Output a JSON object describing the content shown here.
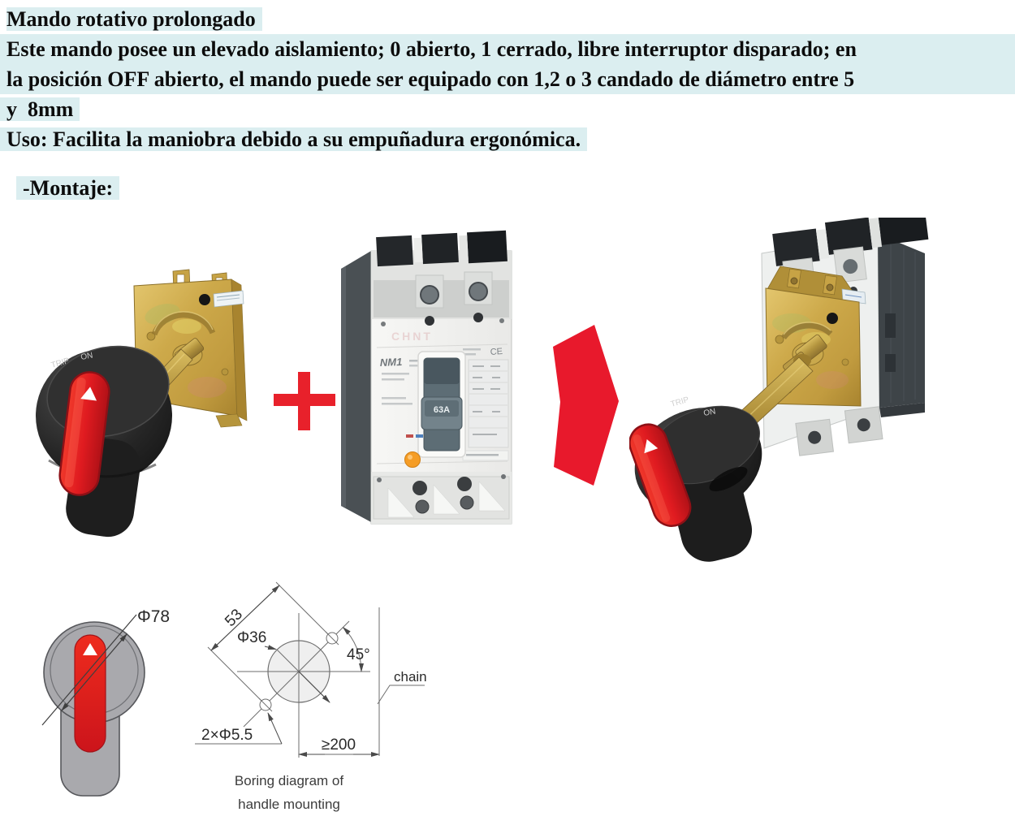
{
  "page": {
    "background": "#ffffff",
    "highlight_color": "#dbeef0"
  },
  "intro": {
    "title": "Mando rotativo prolongado",
    "line2": "Este mando posee un elevado aislamiento; 0 abierto, 1 cerrado, libre interruptor disparado; en",
    "line3": "la posición OFF abierto, el mando puede ser equipado con 1,2 o 3 candado de diámetro entre 5",
    "line4": "y  8mm",
    "line5": "Uso: Facilita la maniobra debido a su empuñadura ergonómica.",
    "montaje": "-Montaje:"
  },
  "assembly": {
    "plus": "+",
    "arrow": "→",
    "handle": {
      "trip": "TRIP",
      "on": "ON"
    },
    "breaker": {
      "series": "NM1",
      "rating": "63A",
      "ce_mark": "CE",
      "brand_watermark": "CHNT"
    }
  },
  "diagram_handle_front": {
    "diameter": "Φ78"
  },
  "diagram_boring": {
    "hole_spacing": "53",
    "center_hole": "Φ36",
    "hole_angle": "45°",
    "small_holes": "2×Φ5.5",
    "min_distance": "≥200",
    "chain_label": "chain",
    "caption_line1": "Boring diagram of",
    "caption_line2": "handle mounting"
  },
  "colors": {
    "accent_red": "#e8192c",
    "zinc_gold": "#c9a84c",
    "highlight": "#dbeef0"
  }
}
